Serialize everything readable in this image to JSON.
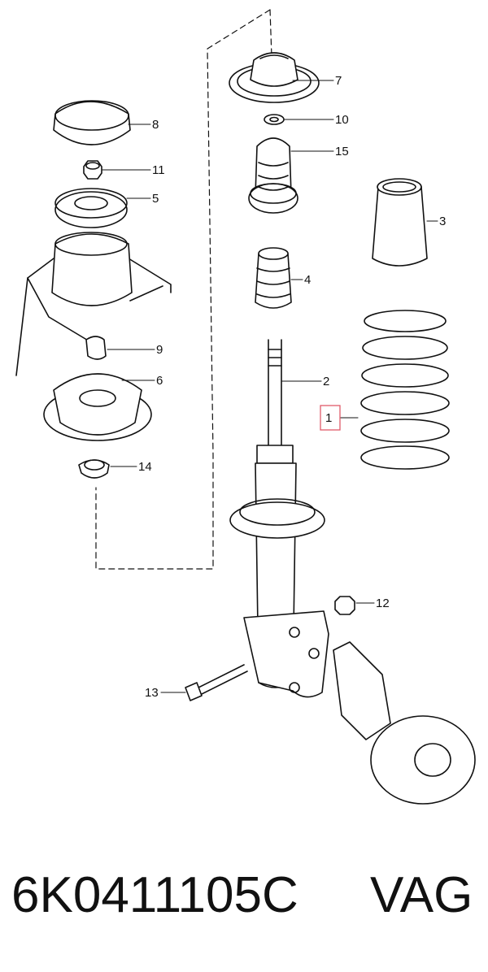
{
  "callouts": {
    "p1": "1",
    "p2": "2",
    "p3": "3",
    "p4": "4",
    "p5": "5",
    "p6": "6",
    "p7": "7",
    "p8": "8",
    "p9": "9",
    "p10": "10",
    "p11": "11",
    "p12": "12",
    "p13": "13",
    "p14": "14",
    "p15": "15"
  },
  "highlight_color": "#e05a6a",
  "footer": {
    "part_number": "6K0411105C",
    "brand": "VAG"
  }
}
